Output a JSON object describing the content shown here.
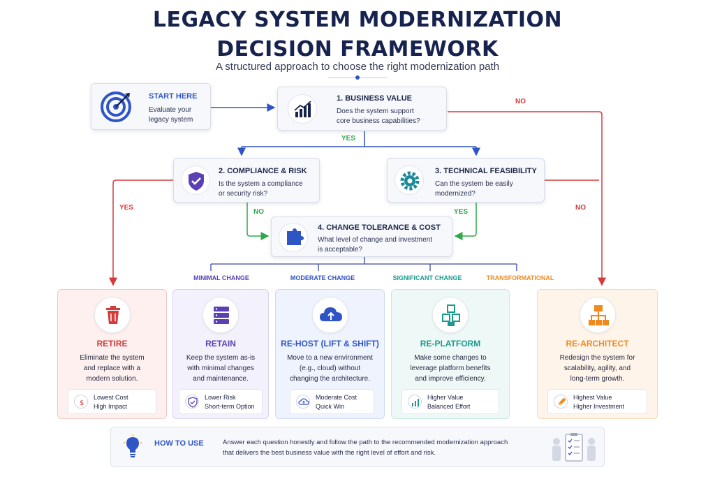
{
  "title_line1": "LEGACY SYSTEM MODERNIZATION",
  "title_line2": "DECISION FRAMEWORK",
  "subtitle": "A structured approach to choose the right modernization path",
  "start": {
    "title": "START HERE",
    "text1": "Evaluate your",
    "text2": "legacy system"
  },
  "q1": {
    "title": "1. BUSINESS VALUE",
    "text1": "Does the system support",
    "text2": "core business capabilities?"
  },
  "q2": {
    "title": "2. COMPLIANCE & RISK",
    "text1": "Is the system a compliance",
    "text2": "or security risk?"
  },
  "q3": {
    "title": "3. TECHNICAL FEASIBILITY",
    "text1": "Can the system be easily",
    "text2": "modernized?"
  },
  "q4": {
    "title": "4. CHANGE TOLERANCE & COST",
    "text1": "What level of change and investment",
    "text2": "is acceptable?"
  },
  "labels": {
    "yes": "YES",
    "no": "NO"
  },
  "categories": [
    "MINIMAL CHANGE",
    "MODERATE CHANGE",
    "SIGNIFICANT CHANGE",
    "TRANSFORMATIONAL"
  ],
  "options": [
    {
      "name": "RETIRE",
      "desc1": "Eliminate the system",
      "desc2": "and replace with a",
      "desc3": "modern solution.",
      "pill1": "Lowest Cost",
      "pill2": "High Impact"
    },
    {
      "name": "RETAIN",
      "desc1": "Keep the system as-is",
      "desc2": "with minimal changes",
      "desc3": "and maintenance.",
      "pill1": "Lower Risk",
      "pill2": "Short-term Option"
    },
    {
      "name": "RE-HOST (LIFT & SHIFT)",
      "desc1": "Move to a new environment",
      "desc2": "(e.g., cloud) without",
      "desc3": "changing the architecture.",
      "pill1": "Moderate Cost",
      "pill2": "Quick Win"
    },
    {
      "name": "RE-PLATFORM",
      "desc1": "Make some changes to",
      "desc2": "leverage platform benefits",
      "desc3": "and improve efficiency.",
      "pill1": "Higher Value",
      "pill2": "Balanced Effort"
    },
    {
      "name": "RE-ARCHITECT",
      "desc1": "Redesign the system for",
      "desc2": "scalability, agility, and",
      "desc3": "long-term growth.",
      "pill1": "Highest Value",
      "pill2": "Higher Investment"
    }
  ],
  "howto": {
    "title": "HOW TO USE",
    "text1": "Answer each question honestly and follow the path to the recommended modernization approach",
    "text2": "that delivers the best business value with the right level of effort and risk."
  },
  "colors": {
    "navy": "#17234f",
    "blue": "#2f54c6",
    "red": "#d63a3a",
    "green": "#2ea84a",
    "purple": "#5a3fb5",
    "teal": "#1a9a8f",
    "orange": "#f08a1c"
  },
  "icons": {
    "start": "target-icon",
    "q1": "bar-chart-icon",
    "q2": "shield-check-icon",
    "q3": "gear-icon",
    "q4": "puzzle-icon",
    "retire": "trash-icon",
    "retain": "server-icon",
    "rehost": "cloud-upload-icon",
    "replatform": "cubes-icon",
    "rearchitect": "hierarchy-icon",
    "howto": "lightbulb-icon"
  }
}
